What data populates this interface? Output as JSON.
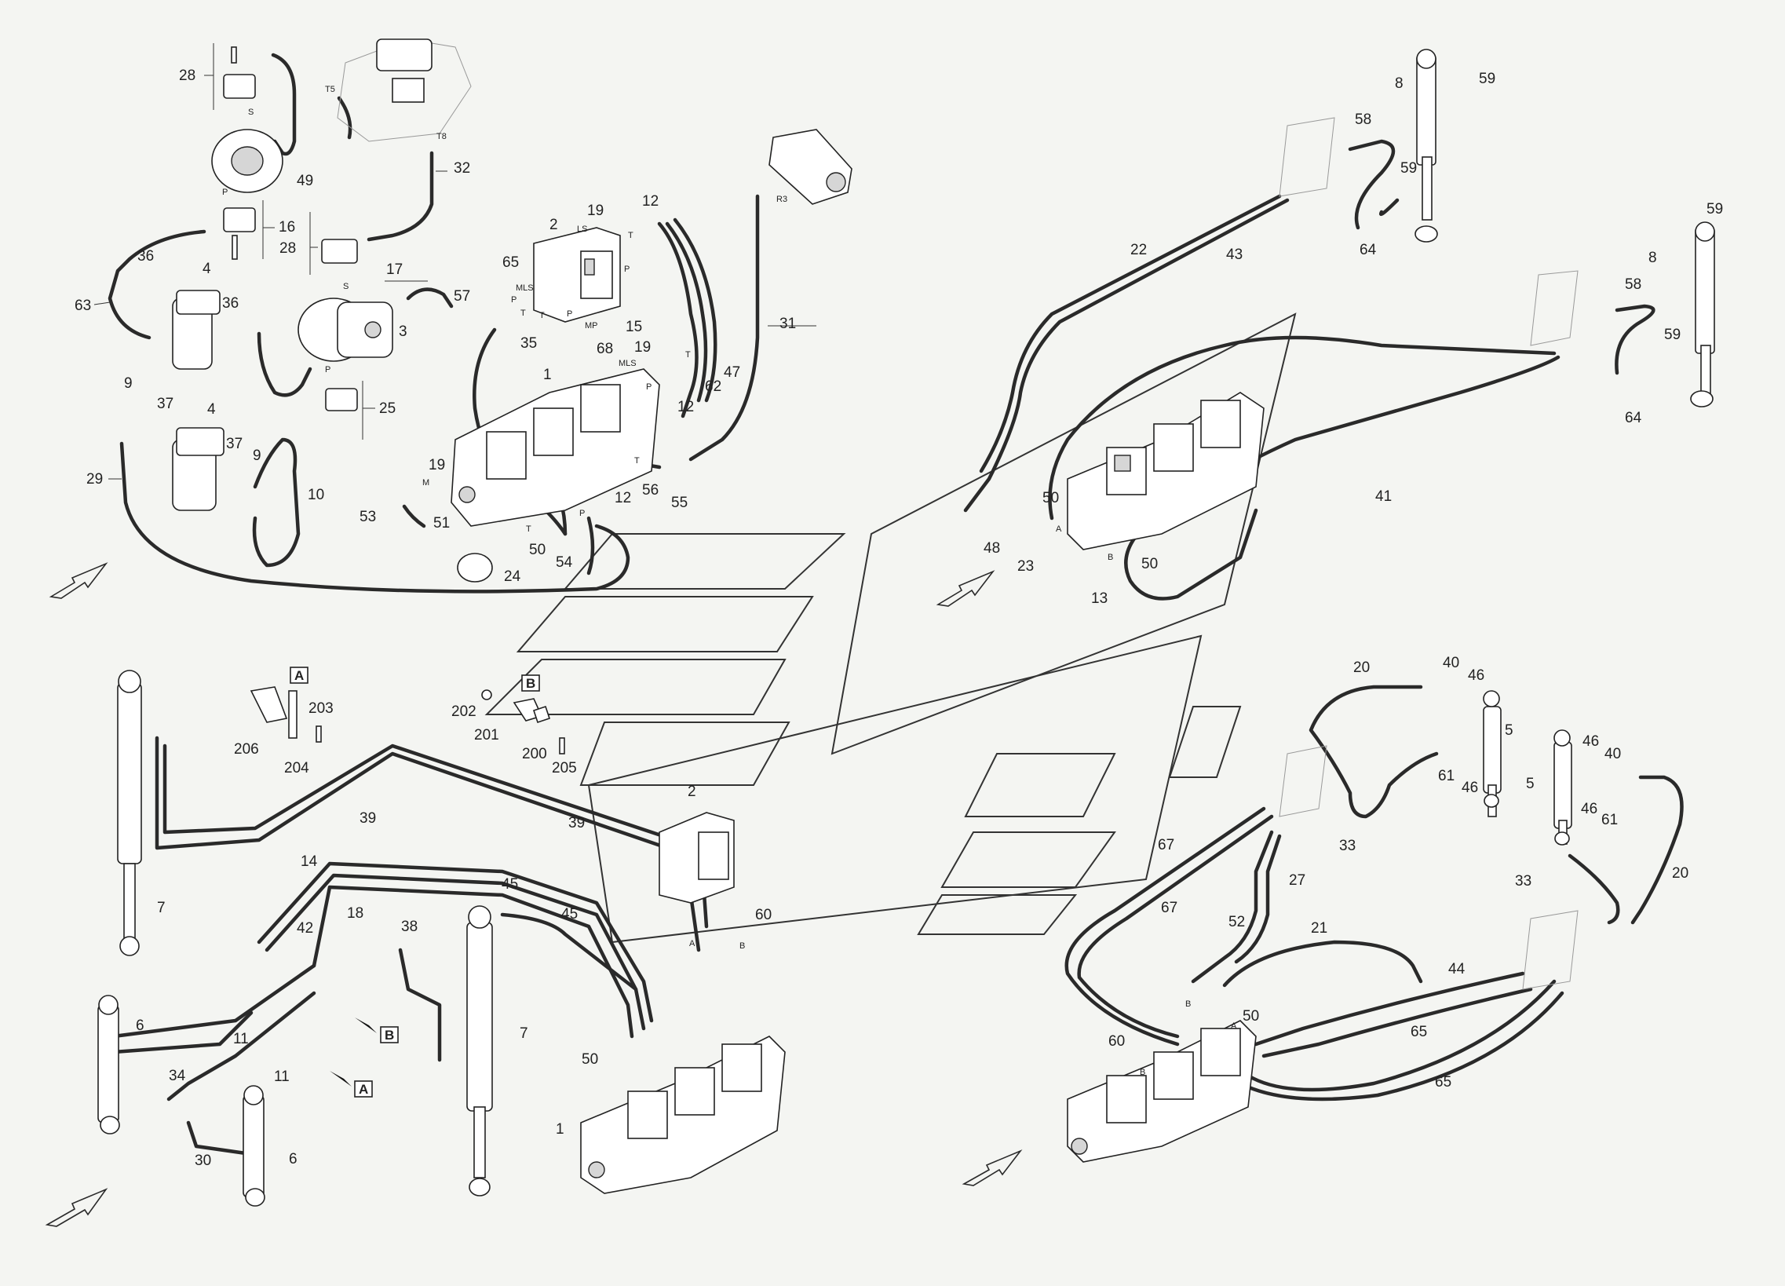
{
  "callouts_top_left": [
    "28",
    "49",
    "T5",
    "T8",
    "32",
    "16",
    "28",
    "36",
    "4",
    "36",
    "63",
    "17",
    "57",
    "65",
    "2",
    "19",
    "LS",
    "12",
    "MLS",
    "P",
    "T",
    "T",
    "P",
    "MP",
    "15",
    "35",
    "3",
    "9",
    "37",
    "4",
    "37",
    "9",
    "29",
    "10",
    "25",
    "P",
    "S",
    "S",
    "P",
    "1",
    "19",
    "MLS",
    "T",
    "P",
    "47",
    "68",
    "62",
    "12",
    "31",
    "R3",
    "53",
    "51",
    "24",
    "19",
    "M",
    "50",
    "54",
    "12",
    "56",
    "55",
    "T",
    "P",
    "T",
    "T",
    "P"
  ],
  "callouts_top_right": [
    "8",
    "59",
    "58",
    "59",
    "64",
    "22",
    "43",
    "8",
    "59",
    "58",
    "59",
    "64",
    "41",
    "50",
    "48",
    "23",
    "13",
    "50",
    "A",
    "B"
  ],
  "callouts_bottom_left": [
    "A",
    "B",
    "203",
    "206",
    "204",
    "202",
    "201",
    "200",
    "205",
    "39",
    "39",
    "14",
    "42",
    "18",
    "38",
    "45",
    "45",
    "60",
    "7",
    "6",
    "11",
    "11",
    "34",
    "30",
    "6",
    "50",
    "1",
    "7",
    "2",
    "A",
    "B",
    "B",
    "A"
  ],
  "callouts_bottom_right": [
    "20",
    "40",
    "46",
    "5",
    "61",
    "46",
    "5",
    "46",
    "40",
    "46",
    "61",
    "33",
    "33",
    "20",
    "67",
    "67",
    "27",
    "52",
    "21",
    "44",
    "65",
    "65",
    "B",
    "A",
    "50",
    "60",
    "B"
  ],
  "detail_boxes": [
    "A",
    "B",
    "B",
    "A"
  ]
}
